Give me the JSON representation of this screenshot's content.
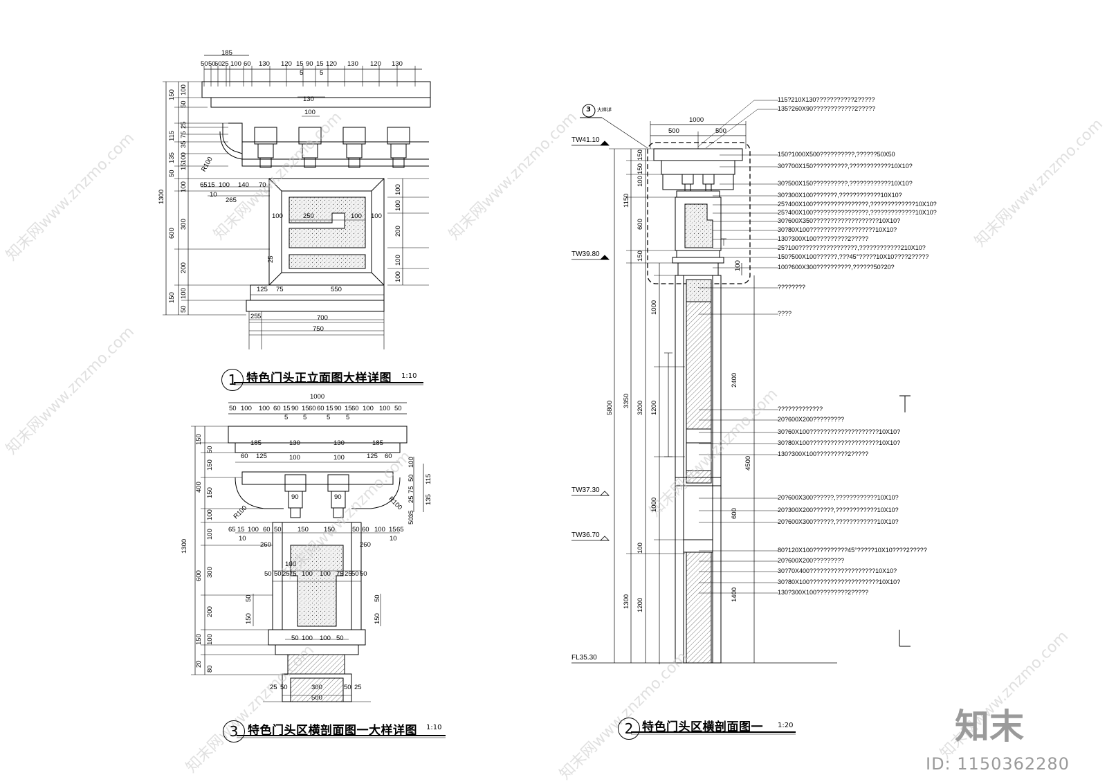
{
  "views": {
    "v1": {
      "num": "1",
      "title": "特色门头正立面图大样详图",
      "scale": "1:10"
    },
    "v3": {
      "num": "3",
      "title": "特色门头区横剖面图一大样详图",
      "scale": "1:10"
    },
    "v2": {
      "num": "2",
      "title": "特色门头区横剖面图一",
      "scale": "1:20"
    }
  },
  "callout": {
    "num": "3",
    "text": "大样详"
  },
  "levels": [
    "TW41.10",
    "TW39.80",
    "TW37.30",
    "TW36.70",
    "FL35.30"
  ],
  "notes_top": [
    "115?210X130???????????2?????",
    "135?260X90????????????2?????",
    "150?1000X500??????????,??????50X50",
    "30?700X150??????????,????????????10X10?",
    "30?500X150??????????,????????????10X10?",
    "30?300X100???????,????????????10X10?",
    "25?400X100????????????????,?????????????10X10?",
    "25?400X100????????????????,?????????????10X10?",
    "30?600X350???????????????????10X10?",
    "30?80X100???????????????????10X10?",
    "130?300X100?????????2?????",
    "25?100?????????????????,????????????210X10?",
    "150?500X100??????,???45°?????10X10????2?????",
    "100?600X300??????????,??????50?20?",
    "????????",
    "????"
  ],
  "notes_mid": [
    "?????????????",
    "20?600X200?????????",
    "30?60X100????????????????????10X10?",
    "30?80X100????????????????????10X10?",
    "130?300X100?????????2?????"
  ],
  "notes_low": [
    "20?600X300??????,????????????10X10?",
    "20?300X200??????,????????????10X10?",
    "20?600X300??????,????????????10X10?"
  ],
  "notes_bottom": [
    "80?120X100??????????45°?????10X10????2?????",
    "20?600X200?????????",
    "30?70X400???????????????????10X10?",
    "30?80X100????????????????????10X10?",
    "130?300X100?????????2?????"
  ],
  "dims_v1_top": [
    "185",
    "50",
    "50",
    "60",
    "25",
    "100",
    "60",
    "130",
    "120",
    "15",
    "90",
    "15",
    "120",
    "130",
    "120",
    "130",
    "5",
    "5",
    "130",
    "100"
  ],
  "dims_v1_left": [
    "1300",
    "150",
    "100",
    "50",
    "115",
    "25",
    "75",
    "35",
    "100",
    "15",
    "135",
    "50",
    "100",
    "600",
    "300",
    "200",
    "150",
    "100",
    "50"
  ],
  "dims_v1_right": [
    "100",
    "100",
    "200",
    "100",
    "100"
  ],
  "dims_v1_mid": [
    "65",
    "15",
    "100",
    "140",
    "70",
    "10",
    "265",
    "R100",
    "100",
    "250",
    "100",
    "100",
    "25",
    "125",
    "75",
    "550",
    "25",
    "5",
    "700",
    "750"
  ],
  "dims_v3_top": [
    "1000",
    "50",
    "100",
    "100",
    "60",
    "15",
    "90",
    "15",
    "60",
    "60",
    "15",
    "90",
    "15",
    "60",
    "100",
    "100",
    "50",
    "5",
    "5",
    "5",
    "5",
    "185",
    "130",
    "130",
    "185",
    "60",
    "125",
    "100",
    "100",
    "125",
    "60"
  ],
  "dims_v3_left": [
    "1300",
    "150",
    "50",
    "400",
    "150",
    "150",
    "100",
    "100",
    "600",
    "300",
    "200",
    "150",
    "100",
    "20",
    "80"
  ],
  "dims_v3_mid": [
    "R100",
    "R100",
    "90",
    "90",
    "65",
    "15",
    "100",
    "60",
    "50",
    "150",
    "150",
    "50",
    "60",
    "100",
    "15",
    "65",
    "10",
    "10",
    "260",
    "260",
    "100",
    "50",
    "50",
    "25",
    "75",
    "100",
    "100",
    "75",
    "25",
    "50",
    "50",
    "150",
    "150",
    "50",
    "50",
    "50",
    "100",
    "100",
    "50",
    "25",
    "50",
    "300",
    "50",
    "25",
    "500",
    "100",
    "50",
    "75",
    "25",
    "35",
    "115",
    "135",
    "50"
  ],
  "dims_v2": [
    "1000",
    "500",
    "500",
    "5800",
    "1150",
    "150",
    "150",
    "100",
    "600",
    "150",
    "3350",
    "3200",
    "1000",
    "1200",
    "1000",
    "2400",
    "4500",
    "600",
    "1300",
    "100",
    "1200",
    "1400",
    "100"
  ],
  "watermarks": [
    "知末网www.znzmo.com",
    "知末网www.znzmo.com",
    "知末网www.znzmo.com",
    "知末网www.znzmo.com",
    "知末网www.znzmo.com",
    "知末网www.znzmo.com",
    "知末网www.znzmo.com",
    "知末网www.znzmo.com",
    "知末网www.znzmo.com",
    "知末网www.znzmo.com"
  ],
  "brand": {
    "logo": "知末",
    "id": "ID: 1150362280"
  }
}
